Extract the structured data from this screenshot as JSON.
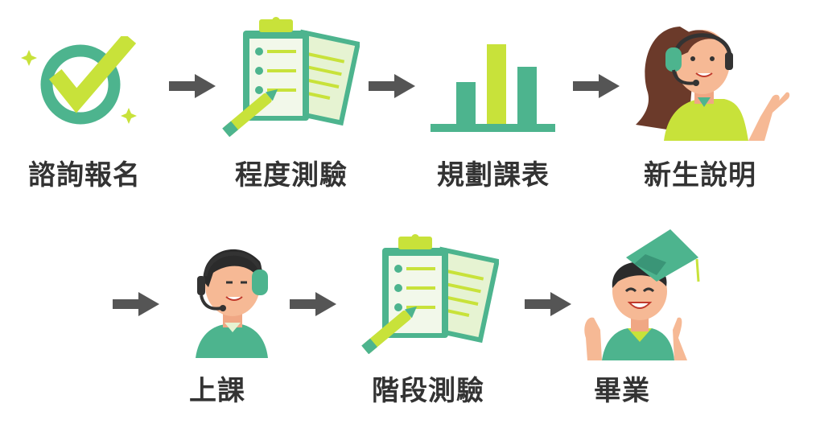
{
  "steps": [
    {
      "label": "諮詢報名",
      "icon": "check-icon"
    },
    {
      "label": "程度測驗",
      "icon": "clipboard-icon"
    },
    {
      "label": "規劃課表",
      "icon": "bar-chart-icon"
    },
    {
      "label": "新生說明",
      "icon": "headset-woman-icon"
    },
    {
      "label": "上課",
      "icon": "headset-man-icon"
    },
    {
      "label": "階段測驗",
      "icon": "clipboard-icon"
    },
    {
      "label": "畢業",
      "icon": "graduate-icon"
    }
  ],
  "colors": {
    "green": "#4db48e",
    "lime": "#c8e23a",
    "arrow": "#555555",
    "text": "#333333"
  }
}
